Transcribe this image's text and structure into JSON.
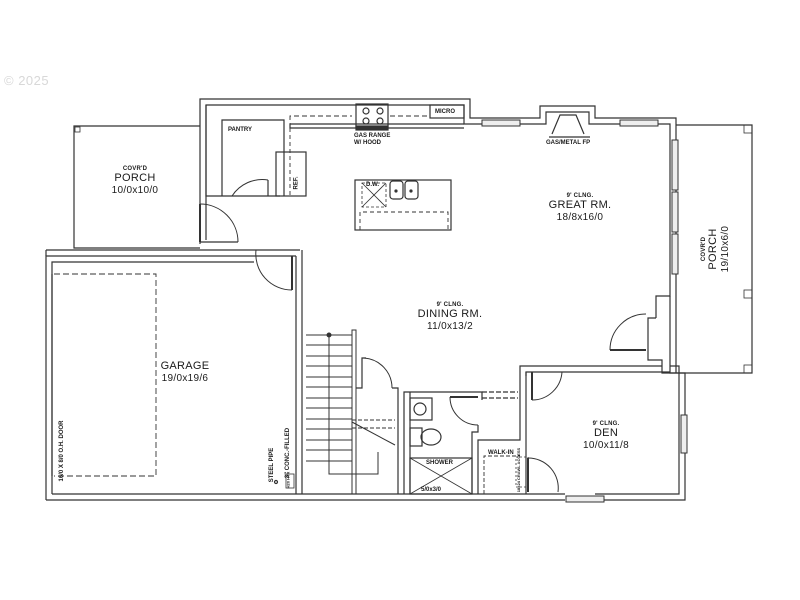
{
  "copyright": "© 2025",
  "rooms": {
    "porch_left": {
      "note": "COVR'D",
      "name": "PORCH",
      "dim": "10/0x10/0"
    },
    "porch_right": {
      "note": "COVR'D",
      "name": "PORCH",
      "dim": "19/10x6/0"
    },
    "great_room": {
      "ceiling": "9' CLNG.",
      "name": "GREAT RM.",
      "dim": "18/8x16/0"
    },
    "dining_room": {
      "ceiling": "9' CLNG.",
      "name": "DINING RM.",
      "dim": "11/0x13/2"
    },
    "garage": {
      "name": "GARAGE",
      "dim": "19/0x19/6"
    },
    "den": {
      "ceiling": "9' CLNG.",
      "name": "DEN",
      "dim": "10/0x11/8"
    }
  },
  "fixtures": {
    "pantry": "PANTRY",
    "micro": "MICRO",
    "gas_range_1": "GAS RANGE",
    "gas_range_2": "W/ HOOD",
    "ref": "REF.",
    "dw": "D.W.",
    "fireplace": "GAS/METAL FP",
    "shower": "SHOWER",
    "shower_dim": "5/0x3/0",
    "walk_in": "WALK-IN",
    "crawl_access": "18x24 CRAWL ACCESS",
    "garage_door": "16/0 X 8/0 O.H. DOOR",
    "steel_pipe_1": "STEEL PIPE",
    "steel_pipe_2": "3\" CONC.-FILLED",
    "water_heater": "H20 HTR"
  }
}
